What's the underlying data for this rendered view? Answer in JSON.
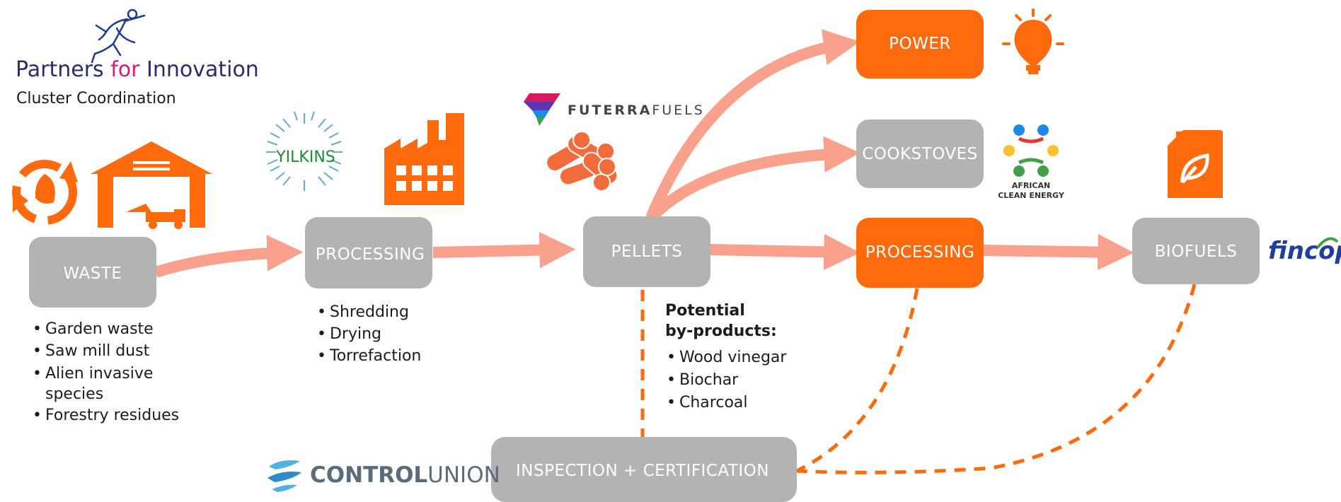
{
  "logos": {
    "partners_line1_a": "Partners ",
    "partners_line1_b": "for",
    "partners_line1_c": " Innovation",
    "partners_line2": "Cluster Coordination",
    "yilkins": "YILKINS",
    "futerra_a": "FUTERRA",
    "futerra_b": "FUELS",
    "african_1": "AFRICAN",
    "african_2": "CLEAN ENERGY",
    "fincop": "fincop",
    "control_a": "CONTROL",
    "control_b": "UNION"
  },
  "nodes": {
    "waste": "WASTE",
    "processing1": "PROCESSING",
    "pellets": "PELLETS",
    "power": "POWER",
    "cookstoves": "COOKSTOVES",
    "processing2": "PROCESSING",
    "biofuels": "BIOFUELS",
    "inspection": "INSPECTION + CERTIFICATION"
  },
  "lists": {
    "waste_items": [
      "Garden waste",
      "Saw mill dust",
      "Alien invasive",
      "species",
      "Forestry residues"
    ],
    "processing_items": [
      "Shredding",
      "Drying",
      "Torrefaction"
    ],
    "byproducts_heading_1": "Potential",
    "byproducts_heading_2": "by-products:",
    "byproducts_items": [
      "Wood vinegar",
      "Biochar",
      "Charcoal"
    ]
  },
  "colors": {
    "orange": "#ff6a0c",
    "gray_box": "#b3b3b3",
    "arrow": "#f9a18c",
    "dashed": "#ff6a0c"
  },
  "icons": [
    "recycle-icon",
    "warehouse-truck-icon",
    "factory-icon",
    "logs-icon",
    "lightbulb-icon",
    "fuel-can-icon",
    "jumping-figure-icon"
  ]
}
